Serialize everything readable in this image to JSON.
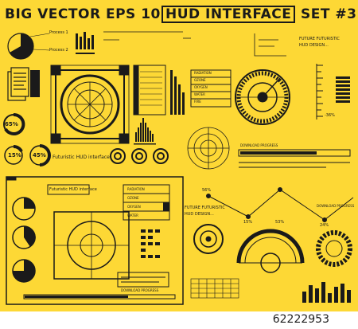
{
  "title": {
    "part1": "BIG VECTOR EPS 10",
    "part2": "HUD INTERFACE",
    "part3": "SET #3"
  },
  "labels": {
    "process1": "Process 1",
    "process2": "Process 2",
    "futuristic_hud_1": "Futuristic HUD interface",
    "futuristic_hud_2": "Futuristic HUD interface",
    "future_futuristic_1": "FUTURE FUTURISTIC",
    "hud_design_1": "HUD DESIGN...",
    "future_futuristic_2": "FUTURE FUTURISTIC",
    "hud_design_2": "HUD DESIGN...",
    "download_progress_1": "DOWNLOAD PROGRESS",
    "download_progress_2": "DOWNLOAD PROGRESS",
    "download_progress_3": "DOWNLOAD PROGRESS"
  },
  "menu_top": [
    "RADIATION",
    "OZONE",
    "OXYGEN",
    "WATER",
    "FIRE"
  ],
  "menu_left": [
    "RADIATION",
    "OZONE",
    "OXYGEN",
    "WATER"
  ],
  "percents": {
    "p65": "65%",
    "p15": "15%",
    "p45": "45%",
    "p36": "-36%"
  },
  "line_chart": {
    "labels": [
      "56%",
      "15%",
      "53%",
      "24%"
    ]
  },
  "stock_id": "62222953",
  "colors": {
    "background": "#fdd835",
    "ink": "#1a1a1a"
  }
}
